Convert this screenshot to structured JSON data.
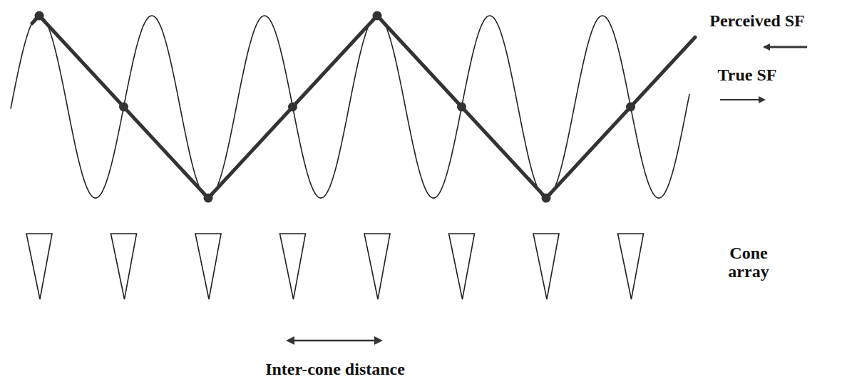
{
  "diagram": {
    "labels": [
      "Perceived SF",
      "True SF",
      "Cone array",
      "Inter-cone distance"
    ]
  }
}
